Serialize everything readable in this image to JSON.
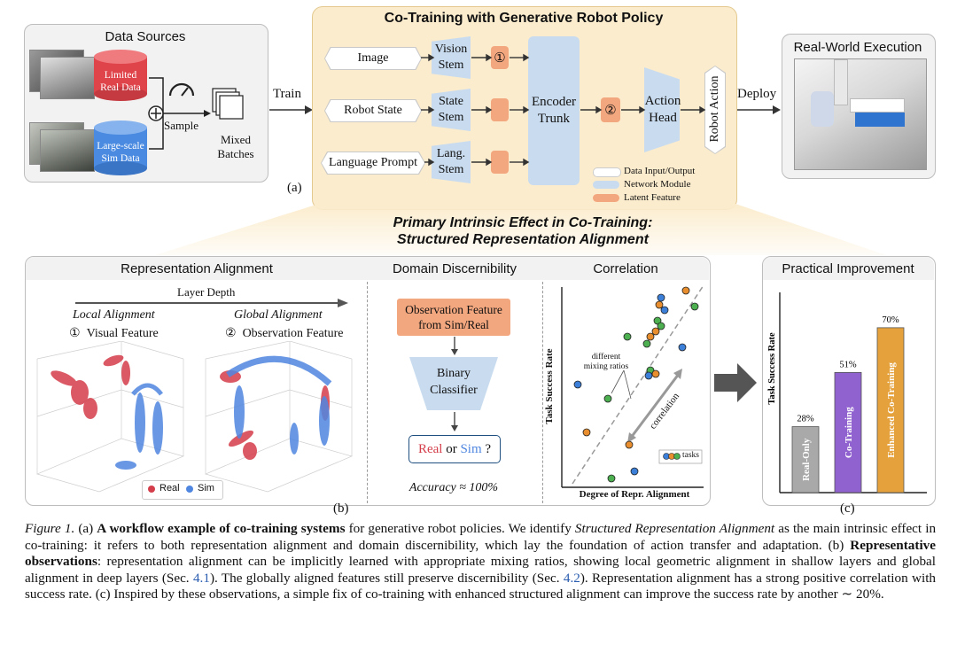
{
  "panel_a": {
    "data_sources": {
      "title": "Data Sources",
      "real_cyl": "Limited Real Data",
      "sim_cyl": "Large-scale Sim Data",
      "sample": "Sample",
      "mixed": "Mixed Batches"
    },
    "train": "Train",
    "label": "(a)",
    "cotraining": {
      "title": "Co-Training with Generative Robot Policy",
      "inputs": [
        "Image",
        "Robot State",
        "Language Prompt"
      ],
      "stems": [
        "Vision Stem",
        "State Stem",
        "Lang. Stem"
      ],
      "marker1": "①",
      "marker2": "②",
      "trunk": "Encoder Trunk",
      "head": "Action Head",
      "action": "Robot Action",
      "legend": [
        "Data Input/Output",
        "Network Module",
        "Latent Feature"
      ],
      "colors": {
        "data": "#ffffff",
        "module": "#c9dcef",
        "latent": "#f3a77f"
      }
    },
    "deploy": "Deploy",
    "real_world": "Real-World Execution"
  },
  "effect": {
    "line1": "Primary Intrinsic Effect in Co-Training:",
    "line2": "Structured Representation Alignment"
  },
  "panel_b": {
    "label": "(b)",
    "sections": [
      "Representation Alignment",
      "Domain Discernibility",
      "Correlation"
    ],
    "layer_depth": "Layer Depth",
    "local": "Local Alignment",
    "global": "Global Alignment",
    "visual": "Visual Feature",
    "observation": "Observation Feature",
    "legend_real": "Real",
    "legend_sim": "Sim",
    "colors": {
      "real": "#d43d4a",
      "sim": "#4f86e0"
    },
    "disc": {
      "feature": "Observation Feature from Sim/Real",
      "classifier": "Binary Classifier",
      "real": "Real",
      "or": "or",
      "sim": "Sim",
      "q": "?",
      "accuracy": "Accuracy ≈ 100%"
    },
    "corr": {
      "ylabel": "Task Success Rate",
      "xlabel": "Degree of Repr. Alignment",
      "annotation": "different mixing ratios",
      "arrow_label": "correlation",
      "legend": "tasks"
    }
  },
  "panel_c": {
    "title": "Practical Improvement",
    "label": "(c)"
  },
  "chart_data": {
    "type": "bar",
    "categories": [
      "Real-Only",
      "Co-Training",
      "Enhanced Co-Training"
    ],
    "values": [
      28,
      51,
      70
    ],
    "value_labels": [
      "28%",
      "51%",
      "70%"
    ],
    "ylabel": "Task Success Rate",
    "ylim": [
      0,
      85
    ],
    "colors": [
      "#a9a9a9",
      "#9062cf",
      "#e5a13b"
    ]
  },
  "caption": {
    "fig": "Figure 1.",
    "a_marker": "(a)",
    "a_bold": "A workflow example of co-training systems",
    "a_rest1": "for generative robot policies. We identify",
    "a_italic": "Structured Representation Alignment",
    "a_rest2": "as the main intrinsic effect in co-training: it refers to both representation alignment and domain discernibility, which lay the foundation of action transfer and adaptation.",
    "b_marker": "(b)",
    "b_bold": "Representative observations",
    "b_rest1": ": representation alignment can be implicitly learned with appropriate mixing ratios, showing local geometric alignment in shallow layers and global alignment in deep layers (Sec.",
    "ref1": "4.1",
    "b_rest2": "). The globally aligned features still preserve discernibility (Sec.",
    "ref2": "4.2",
    "b_rest3": "). Representation alignment has a strong positive correlation with success rate.",
    "c_marker": "(c)",
    "c_rest": "Inspired by these observations, a simple fix of co-training with enhanced structured alignment can improve the success rate by another ∼ 20%."
  }
}
